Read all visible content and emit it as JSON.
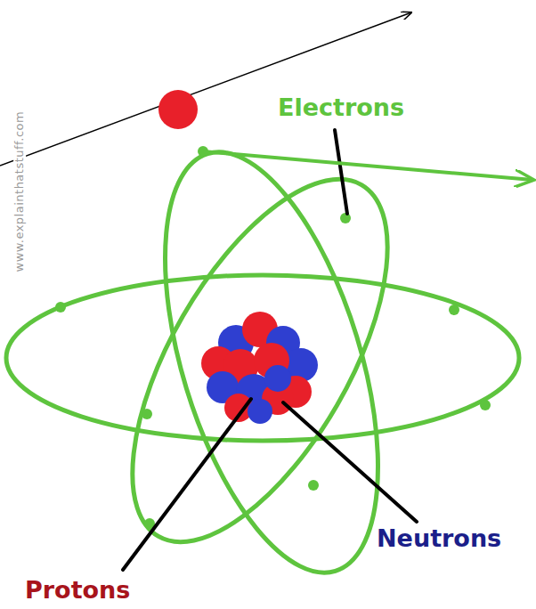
{
  "diagram": {
    "labels": [
      "Electrons",
      "Neutrons",
      "Protons",
      "www.explainthatstuff.com"
    ]
  }
}
